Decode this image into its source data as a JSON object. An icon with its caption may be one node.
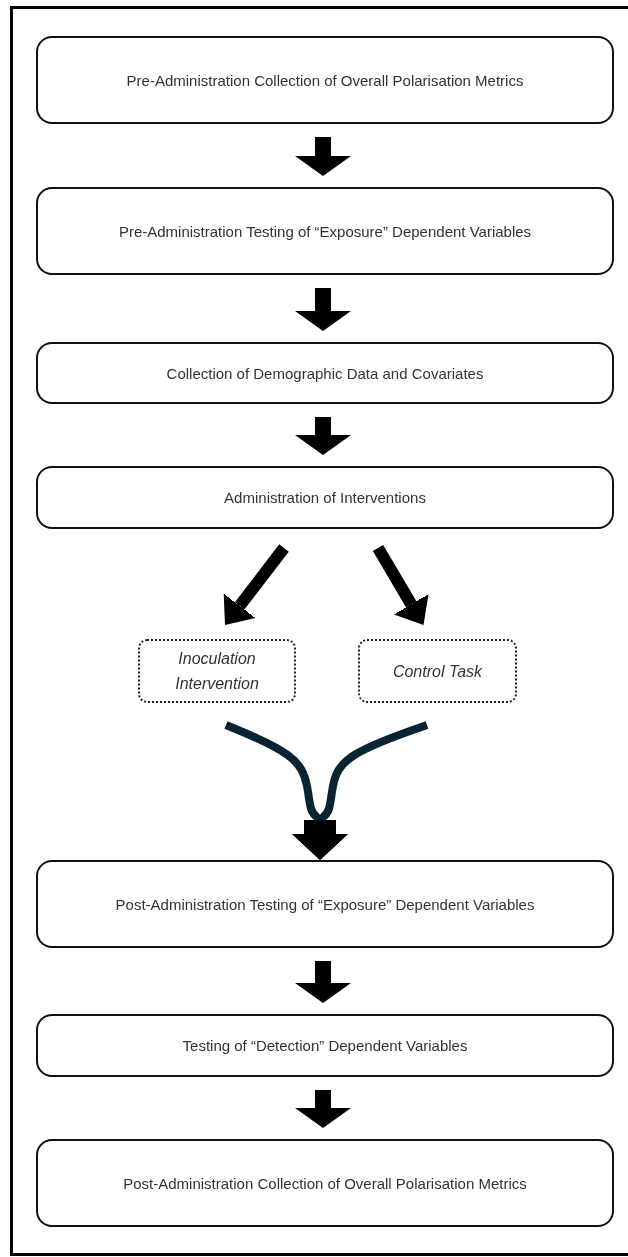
{
  "diagram": {
    "nodes": [
      {
        "text": [
          "Pre-Administration Collection of Overall Polarisation Metrics"
        ]
      },
      {
        "text": [
          "Pre-Administration Testing of “Exposure” Dependent Variables"
        ]
      },
      {
        "text": [
          "Collection of Demographic Data and Covariates"
        ]
      },
      {
        "text": [
          "Administration of Interventions"
        ]
      },
      {
        "text": [
          "Inoculation Intervention"
        ]
      },
      {
        "text": [
          "Control Task"
        ]
      },
      {
        "text": [
          "Post-Administration Testing of “Exposure” Dependent Variables"
        ]
      },
      {
        "text": [
          "Testing of “Detection” Dependent Variables"
        ]
      },
      {
        "text": [
          "Post-Administration Collection of Overall Polarisation Metrics"
        ]
      }
    ],
    "edges": [
      {
        "from": 0,
        "to": 1,
        "arrow": "to"
      },
      {
        "from": 1,
        "to": 2,
        "arrow": "to"
      },
      {
        "from": 2,
        "to": 3,
        "arrow": "to"
      },
      {
        "from": 3,
        "to": 4,
        "arrow": "to"
      },
      {
        "from": 3,
        "to": 5,
        "arrow": "to"
      },
      {
        "from": 4,
        "to": 6,
        "arrow": "to",
        "color": "#082433"
      },
      {
        "from": 5,
        "to": 6,
        "arrow": "to",
        "color": "#082433"
      },
      {
        "from": 6,
        "to": 7,
        "arrow": "to"
      },
      {
        "from": 7,
        "to": 8,
        "arrow": "to"
      }
    ]
  }
}
